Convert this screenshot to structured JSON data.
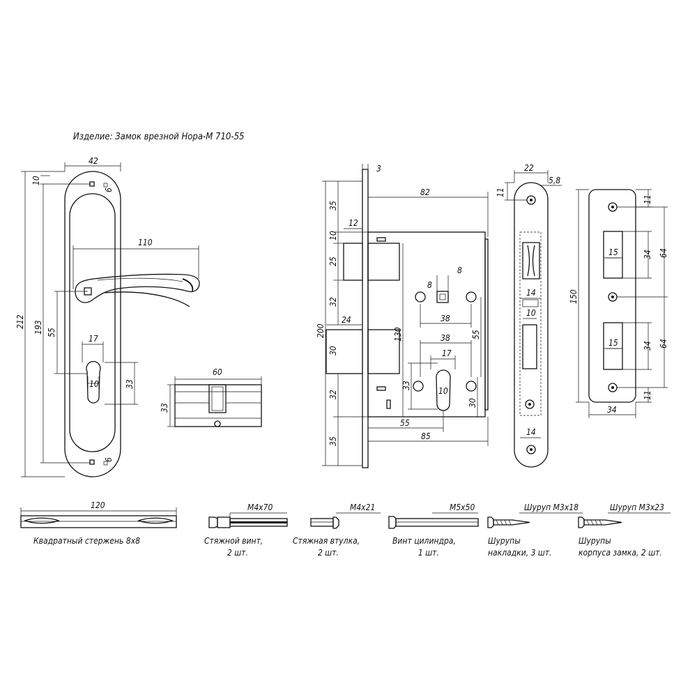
{
  "title": "Изделие: Замок врезной Нора-М 710-55",
  "plate_dims": {
    "w42": "42",
    "h10": "10",
    "h6a": "6",
    "h6b": "6",
    "h212": "212",
    "h193": "193",
    "w110": "110",
    "h55": "55",
    "w17": "17",
    "w10": "10",
    "h33": "33"
  },
  "cylinder_dims": {
    "w60": "60",
    "h33": "33"
  },
  "lock_dims": {
    "w3": "3",
    "w82": "82",
    "h35a": "35",
    "w12": "12",
    "h10": "10",
    "h25": "25",
    "h32a": "32",
    "w24": "24",
    "h200": "200",
    "h130": "130",
    "h30": "30",
    "h32b": "32",
    "h35b": "35",
    "d8a": "8",
    "d8b": "8",
    "w38a": "38",
    "h55": "55",
    "w38b": "38",
    "w17": "17",
    "h33": "33",
    "w10": "10",
    "h30b": "30",
    "w55": "55",
    "w85": "85"
  },
  "faceplate_dims": {
    "w22": "22",
    "w58": "5,8",
    "h11": "11",
    "w14a": "14",
    "w10": "10",
    "w14b": "14"
  },
  "strike_dims": {
    "h11a": "11",
    "w15a": "15",
    "h34a": "34",
    "h64a": "64",
    "h150": "150",
    "w15b": "15",
    "h34b": "34",
    "h64b": "64",
    "h11b": "11",
    "w34": "34"
  },
  "rod": {
    "dim": "120",
    "label": "Квадратный стержень 8х8"
  },
  "parts": [
    {
      "spec": "М4х70",
      "line1": "Стяжной винт,",
      "line2": "2 шт."
    },
    {
      "spec": "М4х21",
      "line1": "Стяжная втулка,",
      "line2": "2 шт."
    },
    {
      "spec": "М5х50",
      "line1": "Винт цилиндра,",
      "line2": "1 шт."
    },
    {
      "spec": "Шуруп М3х18",
      "line1": "Шурупы",
      "line2": "накладки, 3 шт."
    },
    {
      "spec": "Шуруп М3х23",
      "line1": "Шурупы",
      "line2": "корпуса замка, 2 шт."
    }
  ]
}
